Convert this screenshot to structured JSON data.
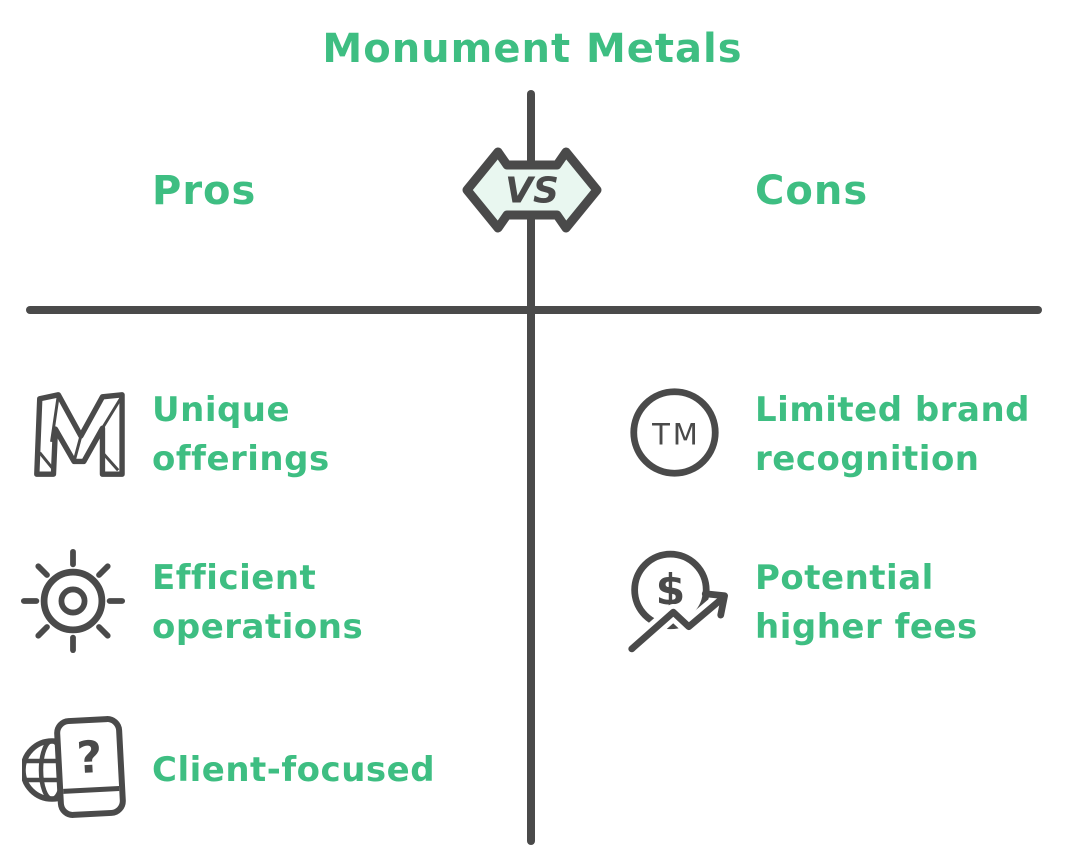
{
  "title": "Monument Metals",
  "vs_badge": {
    "label": "VS"
  },
  "pros": {
    "label": "Pros",
    "items": [
      {
        "icon": "monument-m-logo-icon",
        "line1": "Unique",
        "line2": "offerings"
      },
      {
        "icon": "gear-icon",
        "line1": "Efficient",
        "line2": "operations"
      },
      {
        "icon": "phone-globe-question-icon",
        "line1": "Client-focused",
        "line2": ""
      }
    ]
  },
  "cons": {
    "label": "Cons",
    "items": [
      {
        "icon": "trademark-circle-icon",
        "line1": "Limited brand",
        "line2": "recognition"
      },
      {
        "icon": "dollar-growth-arrow-icon",
        "line1": "Potential",
        "line2": "higher fees"
      }
    ]
  },
  "icon_glyphs": {
    "trademark": "TM",
    "dollar": "$",
    "question": "?"
  },
  "colors": {
    "accent_green": "#3ebe82",
    "ink_gray": "#4a4a4a",
    "badge_fill": "#e9f7f0"
  }
}
